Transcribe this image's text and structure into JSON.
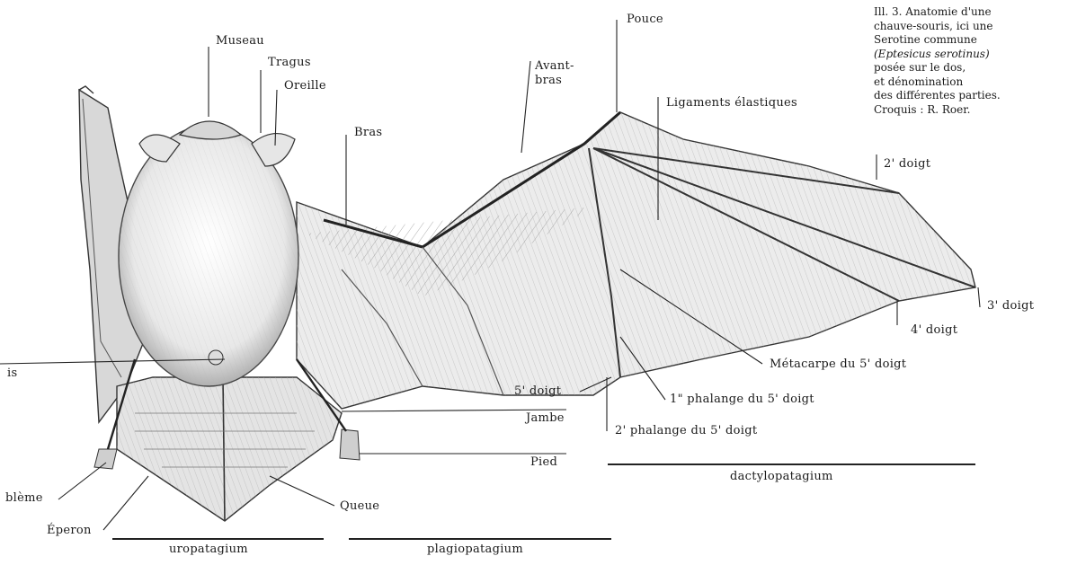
{
  "caption": {
    "lines": [
      "Ill. 3. Anatomie d'une",
      "chauve-souris, ici une",
      "Serotine commune",
      "(Eptesicus serotinus)",
      "posée sur le dos,",
      "et dénomination",
      "des différentes parties.",
      "Croquis : R. Roer."
    ]
  },
  "labels": {
    "museau": "Museau",
    "tragus": "Tragus",
    "oreille": "Oreille",
    "bras": "Bras",
    "avant_bras_1": "Avant-",
    "avant_bras_2": "bras",
    "pouce": "Pouce",
    "ligaments": "Ligaments élastiques",
    "doigt2": "2' doigt",
    "doigt3": "3' doigt",
    "doigt4": "4' doigt",
    "metacarpe": "Métacarpe du 5' doigt",
    "doigt5": "5' doigt",
    "phalange1": "1\" phalange du 5' doigt",
    "phalange2": "2' phalange du 5' doigt",
    "jambe": "Jambe",
    "pied": "Pied",
    "queue": "Queue",
    "penis": "is",
    "calcar_lobe": "blème",
    "eperon": "Éperon"
  },
  "regions": {
    "uropatagium": "uropatagium",
    "plagiopatagium": "plagiopatagium",
    "dactylopatagium": "dactylopatagium"
  },
  "colors": {
    "ink": "#1a1a1a",
    "membrane": "#ececec",
    "fur": "#f7f7f7"
  }
}
